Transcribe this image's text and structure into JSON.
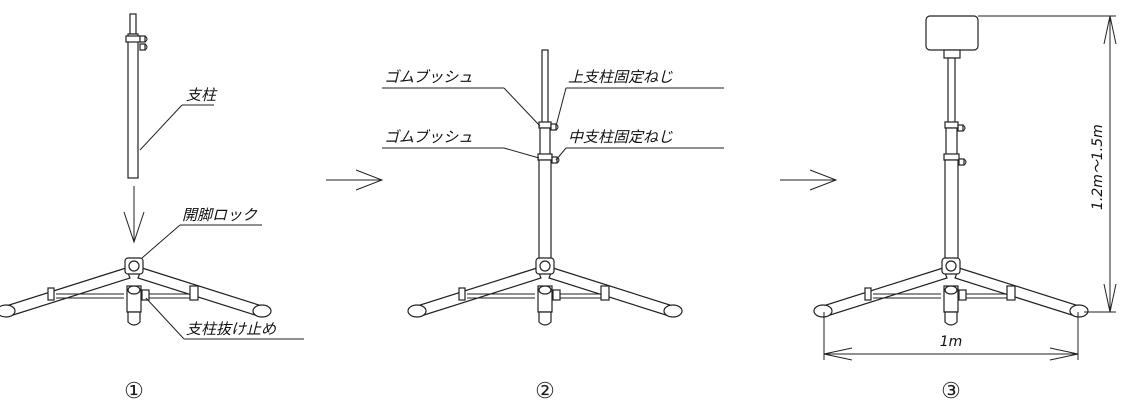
{
  "steps": [
    {
      "number": "①",
      "labels": {
        "pole": "支柱",
        "leg_lock": "開脚ロック",
        "pole_stopper": "支柱抜け止め"
      }
    },
    {
      "number": "②",
      "labels": {
        "rubber_bushing_upper": "ゴムブッシュ",
        "upper_screw": "上支柱固定ねじ",
        "rubber_bushing_middle": "ゴムブッシュ",
        "middle_screw": "中支柱固定ねじ"
      }
    },
    {
      "number": "③",
      "dims": {
        "height": "1.2m～1.5m",
        "width": "1m"
      }
    }
  ]
}
